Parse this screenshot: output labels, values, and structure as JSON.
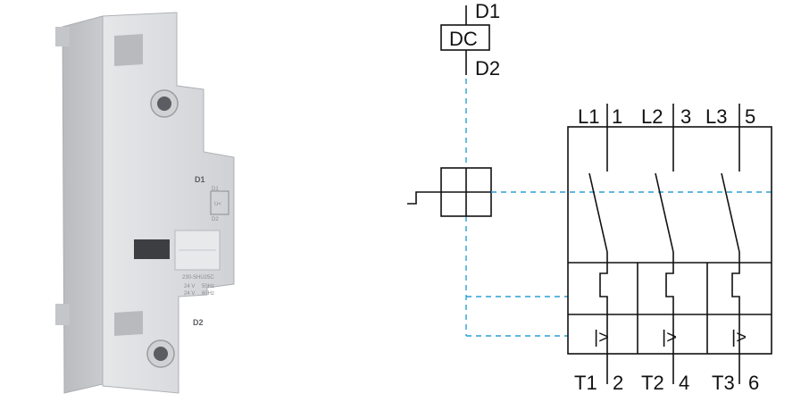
{
  "product": {
    "terminal_top": "D1",
    "terminal_bottom": "D2",
    "face_symbol_top": "D1",
    "face_symbol_mid": "U<",
    "face_symbol_bottom": "D2",
    "label_line1": "230-SHU25C",
    "label_line2a": "24 V",
    "label_line2b": "50Hz",
    "label_line3a": "24 V",
    "label_line3b": "60Hz"
  },
  "schematic": {
    "coil_top": "D1",
    "coil_label": "DC",
    "coil_bottom": "D2",
    "line_terms": [
      "L1",
      "L2",
      "L3"
    ],
    "line_nums": [
      "1",
      "3",
      "5"
    ],
    "load_terms": [
      "T1",
      "T2",
      "T3"
    ],
    "load_nums": [
      "2",
      "4",
      "6"
    ],
    "overcurrent_symbol": "|>"
  },
  "colors": {
    "dashed_link": "#2a9fd6",
    "housing": "#dcdee0"
  }
}
